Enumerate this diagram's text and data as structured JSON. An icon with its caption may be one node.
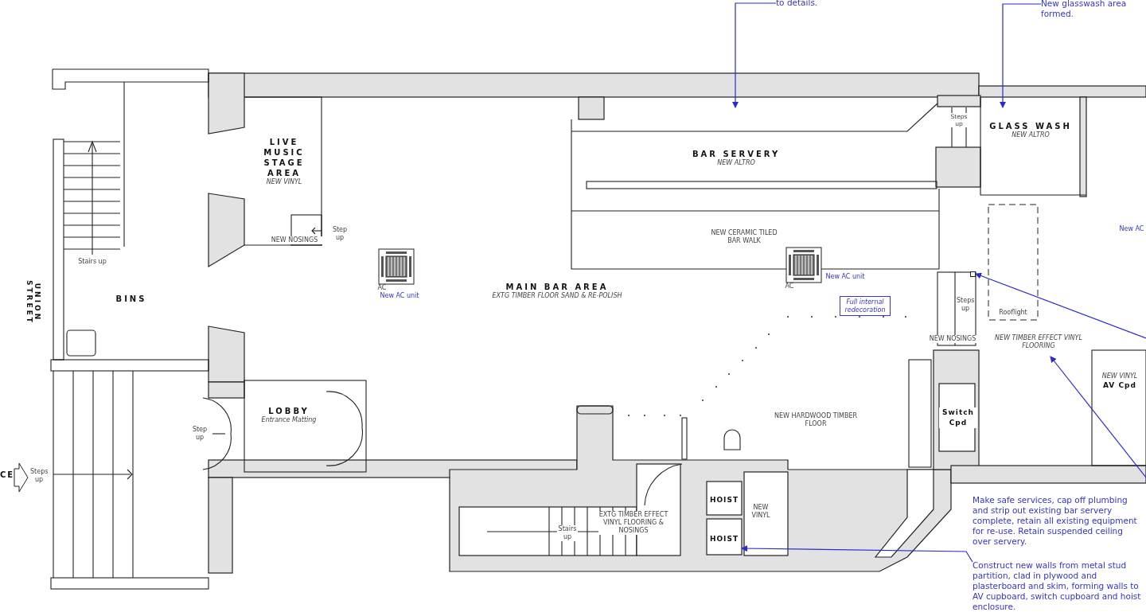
{
  "diagram": {
    "nodes": [
      {
        "text": [
          "BINS"
        ]
      },
      {
        "text": [
          "LIVE MUSIC STAGE AREA",
          "NEW VINYL"
        ]
      },
      {
        "text": [
          "MAIN BAR AREA",
          "EXTG TIMBER FLOOR SAND & RE-POLISH"
        ]
      },
      {
        "text": [
          "BAR SERVERY",
          "NEW ALTRO"
        ]
      },
      {
        "text": [
          "GLASS WASH",
          "NEW ALTRO"
        ]
      },
      {
        "text": [
          "LOBBY",
          "Entrance Matting"
        ]
      },
      {
        "text": [
          "Switch Cpd"
        ]
      },
      {
        "text": [
          "NEW VINYL",
          "AV Cpd"
        ]
      },
      {
        "text": [
          "HOIST"
        ]
      },
      {
        "text": [
          "HOIST"
        ]
      },
      {
        "text": [
          "Full internal redecoration"
        ]
      },
      {
        "text": [
          "NEW TIMBER EFFECT VINYL FLOORING"
        ]
      },
      {
        "text": [],
        "shape": "box"
      },
      {
        "text": [
          "to details."
        ]
      },
      {
        "text": [
          "New glasswash area formed."
        ]
      },
      {
        "text": [
          "Construct new walls from metal stud partition, clad in plywood and plasterboard and skim, forming walls to AV  cupboard, switch cupboard and hoist enclosure."
        ]
      }
    ],
    "edges": [
      {
        "from": 13,
        "to": 3,
        "arrow": "to"
      },
      {
        "from": 14,
        "to": 4,
        "arrow": "to"
      },
      {
        "from": 15,
        "to": 9,
        "arrow": "to"
      },
      {
        "from": null,
        "to": 12,
        "arrow": "to"
      },
      {
        "from": null,
        "to": 11,
        "arrow": "to"
      }
    ],
    "labels": [
      "UNION STREET",
      "Stairs up",
      "Step up",
      "NEW NOSINGS",
      "AC",
      "New AC unit",
      "NEW CERAMIC TILED BAR WALK",
      "AC",
      "New AC unit",
      "Steps up",
      "Steps up",
      "Rooflight",
      "NEW NOSINGS",
      "New AC",
      "Step up",
      "CE",
      "Steps up",
      "NEW HARDWOOD TIMBER FLOOR",
      "Stairs up",
      "EXTG TIMBER EFFECT VINYL FLOORING & NOSINGS",
      "NEW VINYL",
      "Make safe services, cap off plumbing and strip out existing bar servery complete, retain all existing equipment for re-use. Retain suspended ceiling over servery."
    ]
  }
}
